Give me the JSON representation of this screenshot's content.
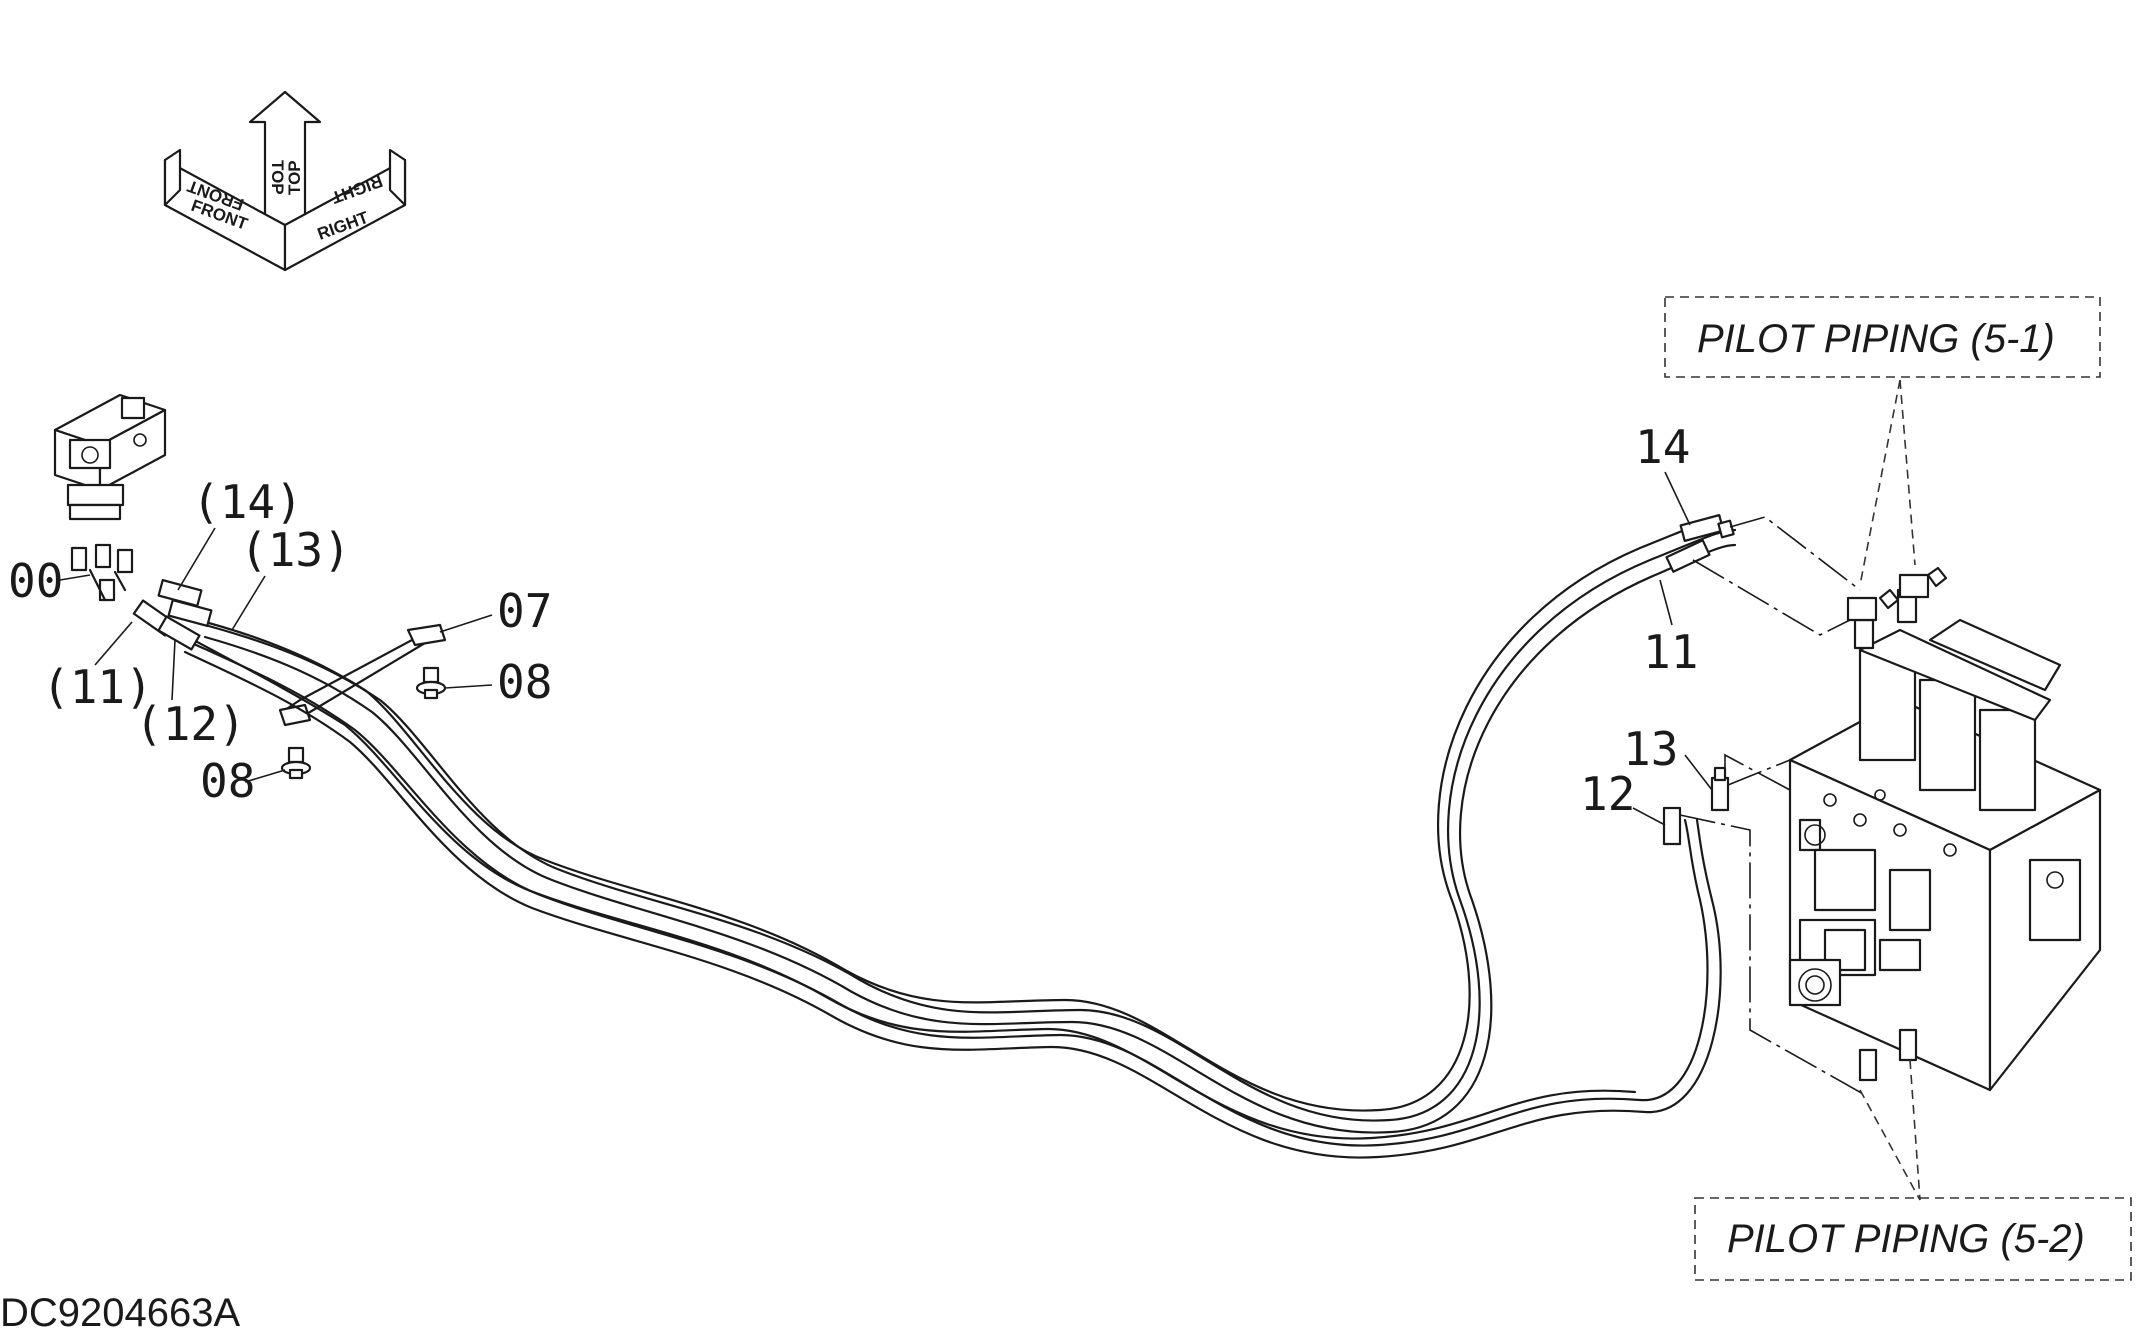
{
  "orientation": {
    "front": "FRONT",
    "top": "TOP",
    "right": "RIGHT"
  },
  "labels": {
    "part_00": "00",
    "part_07": "07",
    "part_08_a": "08",
    "part_08_b": "08",
    "part_11_ref": "(11)",
    "part_12_ref": "(12)",
    "part_13_ref": "(13)",
    "part_14_ref": "(14)",
    "part_11": "11",
    "part_12": "12",
    "part_13": "13",
    "part_14": "14"
  },
  "references": {
    "pilot_piping_1": "PILOT PIPING (5-1)",
    "pilot_piping_2": "PILOT PIPING (5-2)"
  },
  "drawing_code": "DC9204663A"
}
